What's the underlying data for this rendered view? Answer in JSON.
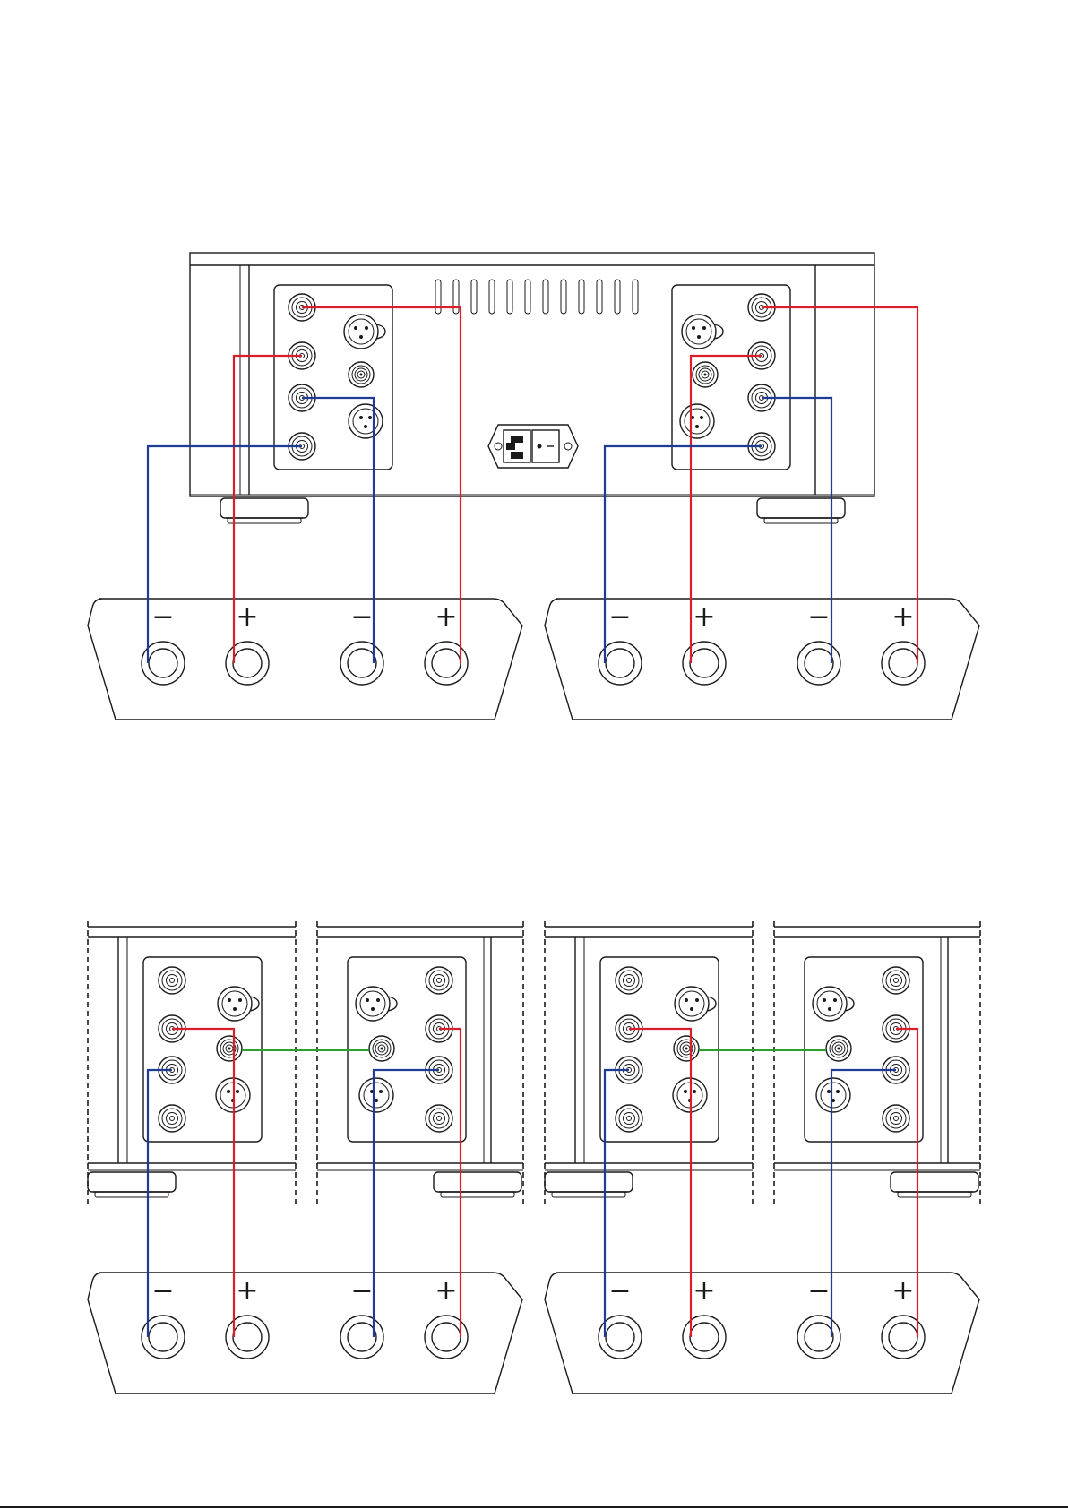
{
  "diagram": {
    "speaker_symbols": {
      "minus": "−",
      "plus": "+"
    },
    "colors": {
      "positive_cable": "#d8202a",
      "negative_cable": "#1f3b94",
      "link_cable": "#2ca02c",
      "line": "#1a1a1a"
    },
    "sections": [
      {
        "id": "stereo-connection",
        "amplifiers": 1,
        "speakers": 2
      },
      {
        "id": "bridged-mono-connection",
        "amplifiers": 4,
        "speakers": 2
      }
    ]
  }
}
